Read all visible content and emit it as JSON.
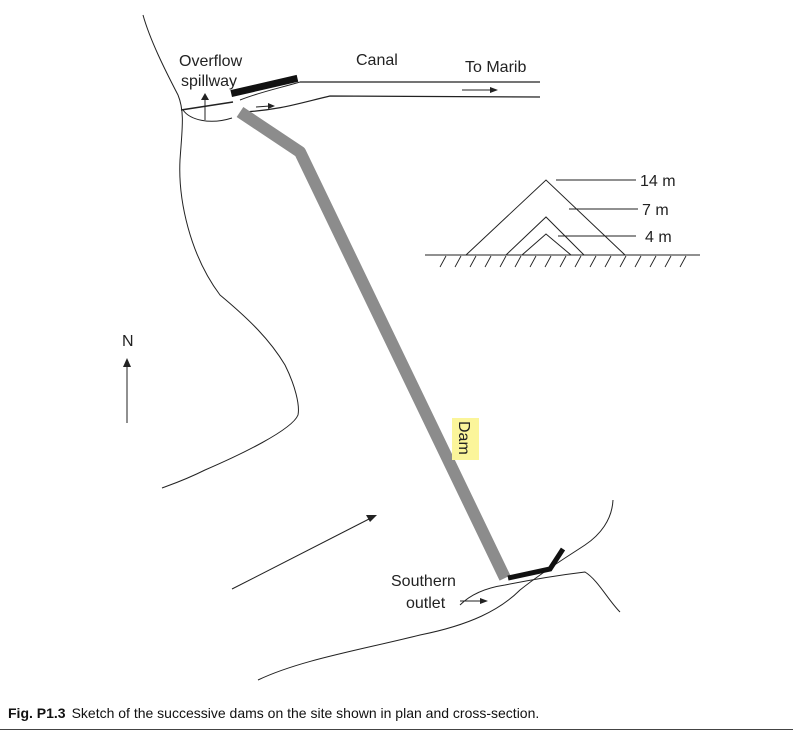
{
  "labels": {
    "overflow": "Overflow",
    "spillway": "spillway",
    "canal": "Canal",
    "to_marib": "To Marib",
    "dam": "Dam",
    "southern": "Southern",
    "outlet": "outlet",
    "north": "N",
    "h14": "14 m",
    "h7": "7 m",
    "h4": "4 m"
  },
  "caption": {
    "fig": "Fig. P1.3",
    "text": "Sketch of the successive dams on the site shown in plan and cross-section."
  },
  "colors": {
    "dam": "#8c8c8c",
    "highlight": "#fbf59a",
    "line": "#222222"
  }
}
